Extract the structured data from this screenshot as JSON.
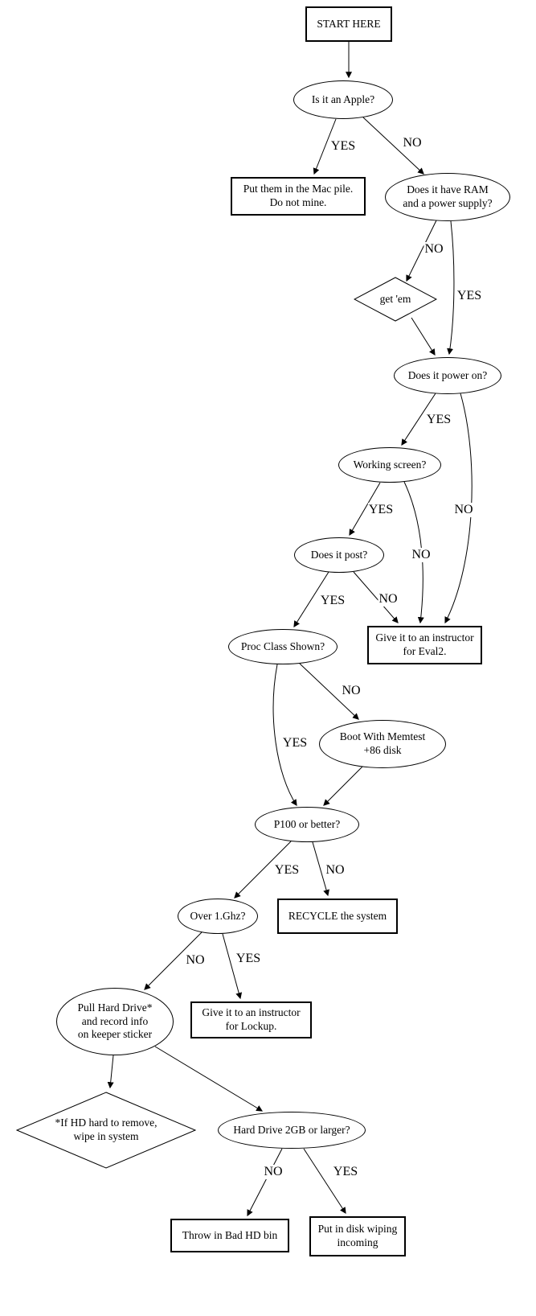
{
  "diagram": {
    "type": "flowchart",
    "colors": {
      "stroke": "#000000",
      "background": "#ffffff"
    },
    "nodes": {
      "start": {
        "shape": "rect",
        "lines": [
          "START HERE"
        ]
      },
      "is_apple": {
        "shape": "ellipse",
        "lines": [
          "Is it an Apple?"
        ]
      },
      "mac_pile": {
        "shape": "rect",
        "lines": [
          "Put them in the Mac pile.",
          "Do not mine."
        ]
      },
      "has_ram": {
        "shape": "ellipse",
        "lines": [
          "Does it have RAM",
          "and a power supply?"
        ]
      },
      "get_em": {
        "shape": "diamond",
        "lines": [
          "get 'em"
        ]
      },
      "power_on": {
        "shape": "ellipse",
        "lines": [
          "Does it power on?"
        ]
      },
      "working_screen": {
        "shape": "ellipse",
        "lines": [
          "Working screen?"
        ]
      },
      "does_post": {
        "shape": "ellipse",
        "lines": [
          "Does it post?"
        ]
      },
      "proc_class": {
        "shape": "ellipse",
        "lines": [
          "Proc Class Shown?"
        ]
      },
      "eval2": {
        "shape": "rect",
        "lines": [
          "Give it to an instructor",
          "for Eval2."
        ]
      },
      "memtest": {
        "shape": "ellipse",
        "lines": [
          "Boot With Memtest",
          "+86 disk"
        ]
      },
      "p100": {
        "shape": "ellipse",
        "lines": [
          "P100 or better?"
        ]
      },
      "recycle": {
        "shape": "rect",
        "lines": [
          "RECYCLE the system"
        ]
      },
      "over_1ghz": {
        "shape": "ellipse",
        "lines": [
          "Over 1.Ghz?"
        ]
      },
      "lockup": {
        "shape": "rect",
        "lines": [
          "Give it to an instructor",
          "for Lockup."
        ]
      },
      "pull_hd": {
        "shape": "ellipse",
        "lines": [
          "Pull Hard Drive*",
          "and record info",
          "on keeper sticker"
        ]
      },
      "hd_hard": {
        "shape": "diamond",
        "lines": [
          "*If HD hard to remove,",
          "wipe in system"
        ]
      },
      "hd_2gb": {
        "shape": "ellipse",
        "lines": [
          "Hard Drive 2GB or larger?"
        ]
      },
      "bad_hd": {
        "shape": "rect",
        "lines": [
          "Throw in Bad HD bin"
        ]
      },
      "disk_wipe": {
        "shape": "rect",
        "lines": [
          "Put in disk wiping",
          "incoming"
        ]
      }
    },
    "edges": {
      "start_to_apple": {
        "from": "start",
        "to": "is_apple",
        "label": ""
      },
      "apple_yes": {
        "from": "is_apple",
        "to": "mac_pile",
        "label": "YES"
      },
      "apple_no": {
        "from": "is_apple",
        "to": "has_ram",
        "label": "NO"
      },
      "ram_no": {
        "from": "has_ram",
        "to": "get_em",
        "label": "NO"
      },
      "ram_yes": {
        "from": "has_ram",
        "to": "power_on",
        "label": "YES"
      },
      "getem_to_power": {
        "from": "get_em",
        "to": "power_on",
        "label": ""
      },
      "power_yes": {
        "from": "power_on",
        "to": "working_screen",
        "label": "YES"
      },
      "power_no": {
        "from": "power_on",
        "to": "eval2",
        "label": "NO"
      },
      "screen_yes": {
        "from": "working_screen",
        "to": "does_post",
        "label": "YES"
      },
      "screen_no": {
        "from": "working_screen",
        "to": "eval2",
        "label": "NO"
      },
      "post_yes": {
        "from": "does_post",
        "to": "proc_class",
        "label": "YES"
      },
      "post_no": {
        "from": "does_post",
        "to": "eval2",
        "label": "NO"
      },
      "proc_no": {
        "from": "proc_class",
        "to": "memtest",
        "label": "NO"
      },
      "proc_yes": {
        "from": "proc_class",
        "to": "p100",
        "label": "YES"
      },
      "memtest_to_p100": {
        "from": "memtest",
        "to": "p100",
        "label": ""
      },
      "p100_yes": {
        "from": "p100",
        "to": "over_1ghz",
        "label": "YES"
      },
      "p100_no": {
        "from": "p100",
        "to": "recycle",
        "label": "NO"
      },
      "ghz_no": {
        "from": "over_1ghz",
        "to": "pull_hd",
        "label": "NO"
      },
      "ghz_yes": {
        "from": "over_1ghz",
        "to": "lockup",
        "label": "YES"
      },
      "pullhd_to_note": {
        "from": "pull_hd",
        "to": "hd_hard",
        "label": ""
      },
      "pullhd_to_hd2gb": {
        "from": "pull_hd",
        "to": "hd_2gb",
        "label": ""
      },
      "hd2gb_no": {
        "from": "hd_2gb",
        "to": "bad_hd",
        "label": "NO"
      },
      "hd2gb_yes": {
        "from": "hd_2gb",
        "to": "disk_wipe",
        "label": "YES"
      }
    }
  }
}
